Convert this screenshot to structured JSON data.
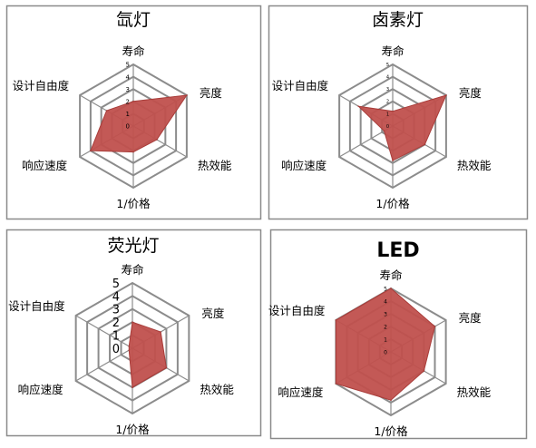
{
  "chart_data": [
    {
      "type": "radar",
      "title": "氙灯",
      "axes": [
        "寿命",
        "亮度",
        "热效能",
        "1/价格",
        "响应速度",
        "设计自由度"
      ],
      "ticks": [
        "5",
        "4",
        "3",
        "2",
        "1",
        "0"
      ],
      "rlim": [
        0,
        5
      ],
      "values": [
        2.0,
        5.0,
        2.2,
        2.1,
        4.0,
        2.5
      ],
      "color": "#c0504d",
      "grid_color": "#8c8c8c"
    },
    {
      "type": "radar",
      "title": "卤素灯",
      "axes": [
        "寿命",
        "亮度",
        "热效能",
        "1/价格",
        "响应速度",
        "设计自由度"
      ],
      "ticks": [
        "5",
        "4",
        "3",
        "2",
        "1",
        "0"
      ],
      "rlim": [
        0,
        5
      ],
      "values": [
        1.2,
        5.0,
        3.0,
        2.8,
        0.8,
        3.2
      ],
      "color": "#c0504d",
      "grid_color": "#8c8c8c"
    },
    {
      "type": "radar",
      "title": "荧光灯",
      "axes": [
        "寿命",
        "亮度",
        "热效能",
        "1/价格",
        "响应速度",
        "设计自由度"
      ],
      "ticks": [
        "5",
        "4",
        "3",
        "2",
        "1",
        "0"
      ],
      "rlim": [
        0,
        5
      ],
      "values": [
        2.0,
        2.5,
        3.0,
        3.0,
        0.3,
        0.3
      ],
      "color": "#c0504d",
      "grid_color": "#8c8c8c"
    },
    {
      "type": "radar",
      "title": "LED",
      "axes": [
        "寿命",
        "亮度",
        "热效能",
        "1/价格",
        "响应速度",
        "设计自由度"
      ],
      "ticks": [
        "5",
        "4",
        "3",
        "2",
        "1",
        "0"
      ],
      "rlim": [
        0,
        5
      ],
      "values": [
        5.0,
        4.0,
        3.0,
        3.8,
        5.0,
        5.0
      ],
      "color": "#c0504d",
      "grid_color": "#8c8c8c"
    }
  ]
}
